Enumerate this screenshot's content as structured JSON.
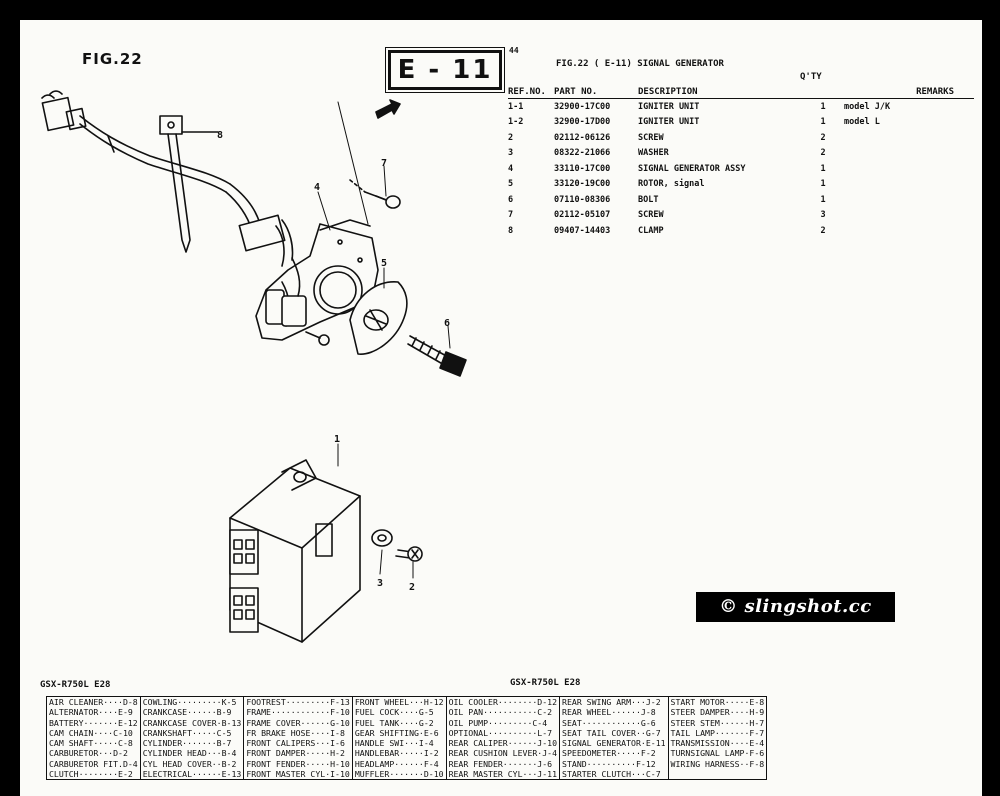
{
  "figure": {
    "label": "FIG.22",
    "section_code": "E - 11",
    "page_number": "44"
  },
  "parts_list": {
    "title": "FIG.22 (  E-11) SIGNAL GENERATOR",
    "qty_header": "Q'TY",
    "columns": [
      "REF.NO.",
      "PART NO.",
      "DESCRIPTION",
      "",
      "REMARKS"
    ],
    "rows": [
      {
        "ref": "1-1",
        "part": "32900-17C00",
        "desc": "IGNITER UNIT",
        "qty": "1",
        "remarks": "model J/K"
      },
      {
        "ref": "1-2",
        "part": "32900-17D00",
        "desc": "IGNITER UNIT",
        "qty": "1",
        "remarks": "model L"
      },
      {
        "ref": "2",
        "part": "02112-06126",
        "desc": "SCREW",
        "qty": "2",
        "remarks": ""
      },
      {
        "ref": "3",
        "part": "08322-21066",
        "desc": "WASHER",
        "qty": "2",
        "remarks": ""
      },
      {
        "ref": "4",
        "part": "33110-17C00",
        "desc": "SIGNAL GENERATOR ASSY",
        "qty": "1",
        "remarks": ""
      },
      {
        "ref": "5",
        "part": "33120-19C00",
        "desc": "ROTOR, signal",
        "qty": "1",
        "remarks": ""
      },
      {
        "ref": "6",
        "part": "07110-08306",
        "desc": "BOLT",
        "qty": "1",
        "remarks": ""
      },
      {
        "ref": "7",
        "part": "02112-05107",
        "desc": "SCREW",
        "qty": "3",
        "remarks": ""
      },
      {
        "ref": "8",
        "part": "09407-14403",
        "desc": "CLAMP",
        "qty": "2",
        "remarks": ""
      }
    ]
  },
  "callouts": [
    "1",
    "2",
    "3",
    "4",
    "5",
    "6",
    "7",
    "8"
  ],
  "model_labels": {
    "left": "GSX-R750L E28",
    "right": "GSX-R750L E28"
  },
  "watermark": "© slingshot.cc",
  "index": {
    "columns": [
      [
        "AIR CLEANER····D-8",
        "ALTERNATOR····E-9",
        "BATTERY·······E-12",
        "CAM CHAIN····C-10",
        "CAM SHAFT·····C-8",
        "CARBURETOR···D-2",
        "CARBURETOR FIT.D-4",
        "CLUTCH········E-2"
      ],
      [
        "COWLING·········K-5",
        "CRANKCASE······B-9",
        "CRANKCASE COVER·B-13",
        "CRANKSHAFT·····C-5",
        "CYLINDER·······B-7",
        "CYLINDER HEAD···B-4",
        "CYL HEAD COVER··B-2",
        "ELECTRICAL······E-13"
      ],
      [
        "FOOTREST·········F-13",
        "FRAME············F-10",
        "FRAME COVER······G-10",
        "FR BRAKE HOSE····I-8",
        "FRONT CALIPERS···I-6",
        "FRONT DAMPER·····H-2",
        "FRONT FENDER·····H-10",
        "FRONT MASTER CYL·I-10"
      ],
      [
        "FRONT WHEEL···H-12",
        "FUEL COCK····G-5",
        "FUEL TANK····G-2",
        "GEAR SHIFTING·E-6",
        "HANDLE SWI···I-4",
        "HANDLEBAR·····I-2",
        "HEADLAMP······F-4",
        "MUFFLER·······D-10"
      ],
      [
        "OIL COOLER········D-12",
        "OIL PAN···········C-2",
        "OIL PUMP·········C-4",
        "OPTIONAL··········L-7",
        "REAR CALIPER······J-10",
        "REAR CUSHION LEVER·J-4",
        "REAR FENDER·······J-6",
        "REAR MASTER CYL···J-11"
      ],
      [
        "REAR SWING ARM···J-2",
        "REAR WHEEL······J-8",
        "SEAT············G-6",
        "SEAT TAIL COVER··G-7",
        "SIGNAL GENERATOR·E-11",
        "SPEEDOMETER·····F-2",
        "STAND··········F-12",
        "STARTER CLUTCH···C-7"
      ],
      [
        "START MOTOR·····E-8",
        "STEER DAMPER····H-9",
        "STEER STEM······H-7",
        "TAIL LAMP·······F-7",
        "TRANSMISSION····E-4",
        "TURNSIGNAL LAMP·F-6",
        "WIRING HARNESS··F-8",
        ""
      ]
    ]
  }
}
